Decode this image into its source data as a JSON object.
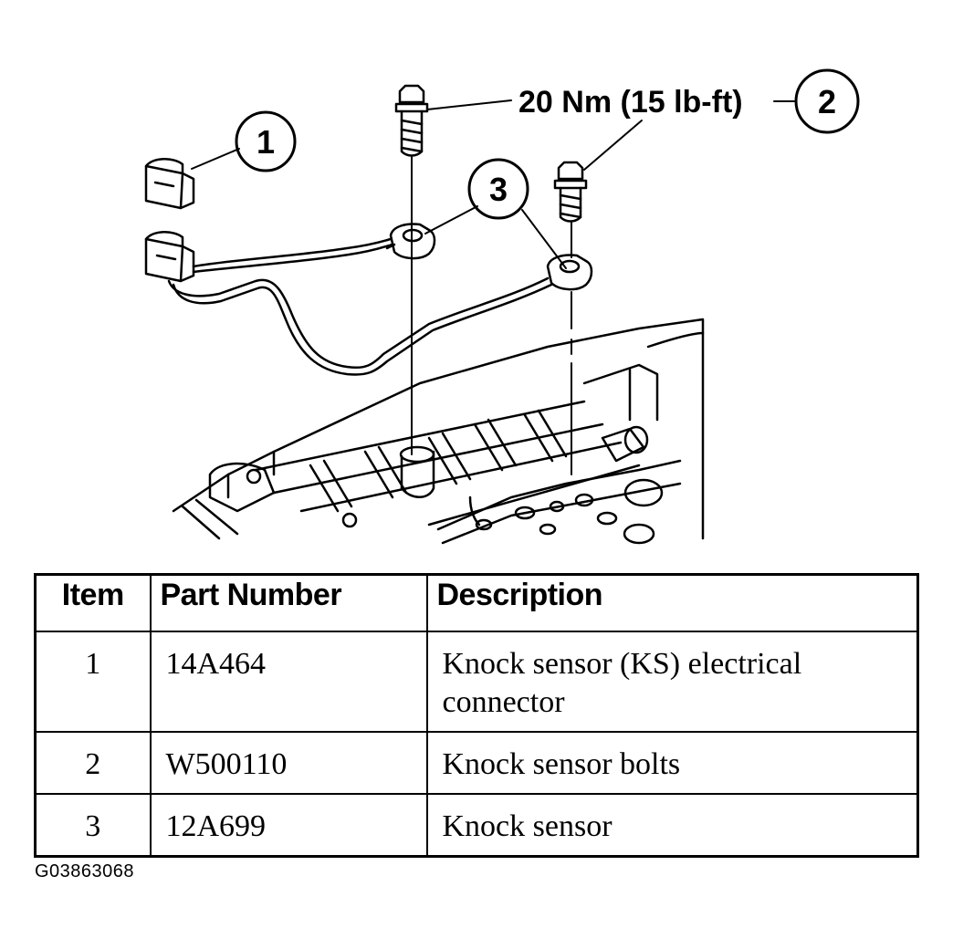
{
  "callouts": {
    "c1": "1",
    "c2": "2",
    "c3": "3",
    "torque": "20 Nm (15 lb-ft)"
  },
  "table": {
    "headers": [
      "Item",
      "Part Number",
      "Description"
    ],
    "rows": [
      {
        "item": "1",
        "part_number": "14A464",
        "description": "Knock sensor (KS) electrical connector"
      },
      {
        "item": "2",
        "part_number": "W500110",
        "description": "Knock sensor bolts"
      },
      {
        "item": "3",
        "part_number": "12A699",
        "description": "Knock sensor"
      }
    ]
  },
  "figure_id": "G03863068"
}
